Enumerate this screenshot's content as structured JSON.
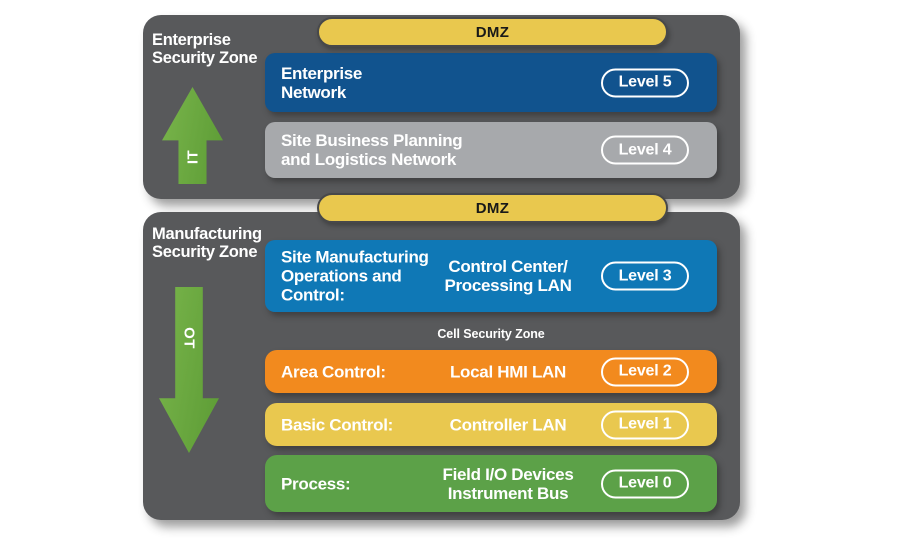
{
  "colors": {
    "zone_gray": "#58595B",
    "dmz_yellow": "#E9C84E",
    "level5_blue": "#11538E",
    "level4_gray": "#A7A9AC",
    "level3_blue": "#0F78B6",
    "level2_orange": "#F28A1E",
    "level1_yellow": "#E9C84F",
    "level0_green": "#5CA148",
    "arrow_green": "#6AA93F"
  },
  "enterprise_zone": {
    "title_line1": "Enterprise",
    "title_line2": "Security Zone",
    "arrow_label": "IT",
    "dmz_label": "DMZ",
    "rows": [
      {
        "title_line1": "Enterprise",
        "title_line2": "Network",
        "level": "Level 5"
      },
      {
        "title_line1": "Site Business Planning",
        "title_line2": "and Logistics Network",
        "level": "Level 4"
      }
    ]
  },
  "manufacturing_zone": {
    "title_line1": "Manufacturing",
    "title_line2": "Security Zone",
    "arrow_label": "OT",
    "dmz_label": "DMZ",
    "level3_row": {
      "title_line1": "Site Manufacturing",
      "title_line2": "Operations and",
      "title_line3": "Control:",
      "center_line1": "Control Center/",
      "center_line2": "Processing LAN",
      "level": "Level 3"
    },
    "cell_zone_label": "Cell Security Zone",
    "rows": [
      {
        "title": "Area Control:",
        "center": "Local HMI LAN",
        "level": "Level 2"
      },
      {
        "title": "Basic Control:",
        "center": "Controller LAN",
        "level": "Level 1"
      },
      {
        "title": "Process:",
        "center_line1": "Field I/O Devices",
        "center_line2": "Instrument Bus",
        "level": "Level 0"
      }
    ]
  }
}
